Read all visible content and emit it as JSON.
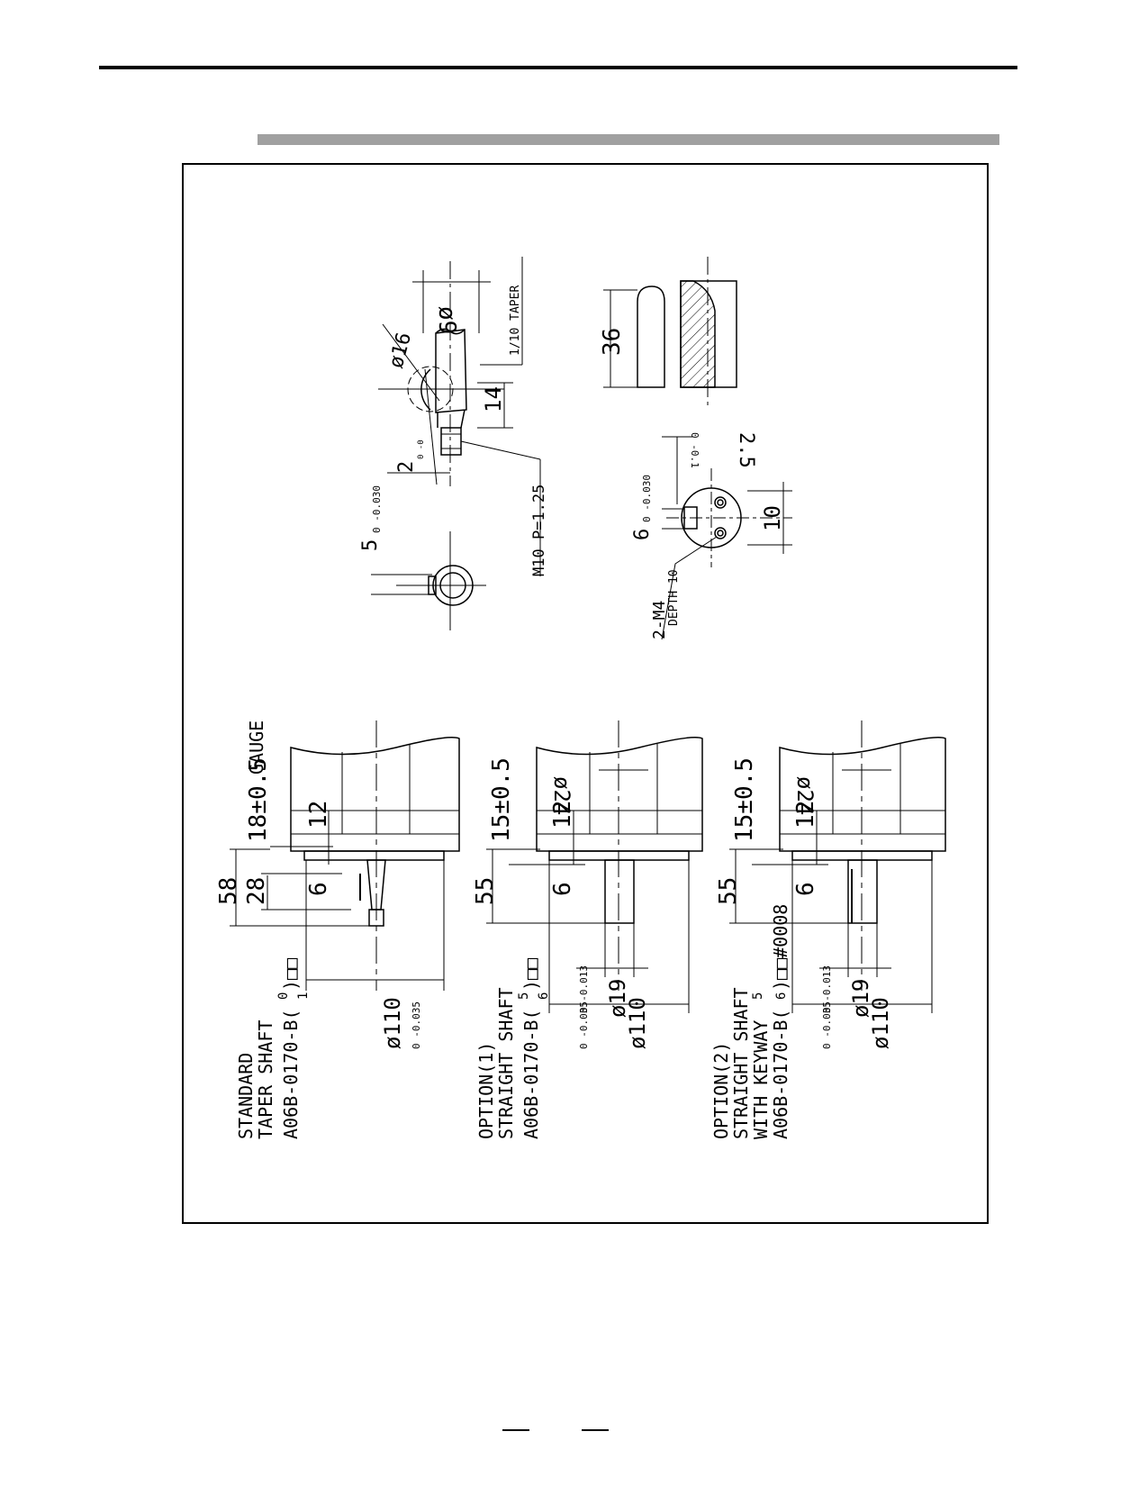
{
  "drawing": {
    "taper_detail": {
      "dia_16": "ø16",
      "dia_9": "ø9",
      "taper": "1/10 TAPER",
      "len_14": "14",
      "len_2": "2",
      "len_2_tol": "0 -0",
      "thread": "M10 P=1.25",
      "key_width": "5",
      "key_width_tol": "0 -0.030"
    },
    "key_detail": {
      "len_36": "36"
    },
    "straight_detail": {
      "key_width": "6",
      "key_width_tol": "0 -0.030",
      "depth_r": "2.5",
      "depth_tol": "0 -0.1",
      "dim_10": "10",
      "tap": "2-M4",
      "tap_depth": "DEPTH 10"
    },
    "standard": {
      "line1": "STANDARD",
      "line2": "TAPER SHAFT",
      "line3": "A06B-0170-B(",
      "variant_top": "0",
      "variant_bottom": "1",
      "suffix": ")□□",
      "dim_58": "58",
      "dim_28": "28",
      "dim_6": "6",
      "dim_12": "12",
      "dim_18": "18±0.5",
      "gauge": "GAUGE",
      "dia_110": "ø110",
      "dia_110_tol": "0 -0.035"
    },
    "option1": {
      "line1": "OPTION(1)",
      "line2": "STRAIGHT SHAFT",
      "line3": "A06B-0170-B(",
      "variant_top": "5",
      "variant_bottom": "6",
      "suffix": ")□□",
      "dim_55": "55",
      "dim_6": "6",
      "dim_12": "12",
      "dim_15": "15±0.5",
      "dia_24": "ø24",
      "dia_19": "ø19",
      "dia_19_tol": "0 -0.013",
      "dia_110": "ø110",
      "dia_110_tol": "0 -0.035"
    },
    "option2": {
      "line1": "OPTION(2)",
      "line2": "STRAIGHT SHAFT",
      "line3": "WITH KEYWAY",
      "line4": "A06B-0170-B(",
      "variant_top": "5",
      "variant_bottom": "6",
      "suffix": ")□□#0008",
      "dim_55": "55",
      "dim_6": "6",
      "dim_12": "12",
      "dim_15": "15±0.5",
      "dia_24": "ø24",
      "dia_19": "ø19",
      "dia_19_tol": "0 -0.013",
      "dia_110": "ø110",
      "dia_110_tol": "0 -0.035"
    }
  }
}
